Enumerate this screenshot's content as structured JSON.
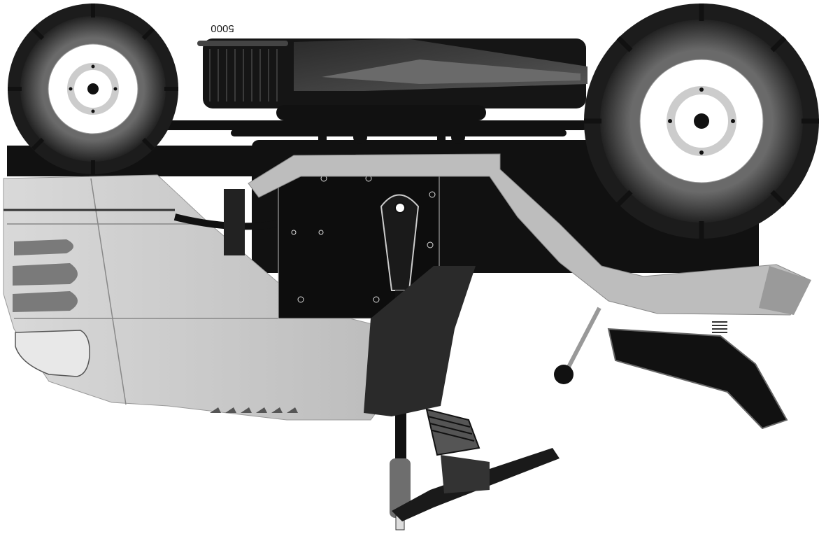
{
  "illustration": {
    "model_label": "5000",
    "orientation": "upside-down",
    "subject": "riding-lawn-tractor",
    "colors": {
      "chassis": "#111111",
      "hood": "#c8c8c8",
      "fender": "#bdbdbd",
      "tire": "#1c1c1c",
      "rim": "#ffffff",
      "seat": "#151515",
      "accent_gray": "#7a7a7a"
    }
  }
}
